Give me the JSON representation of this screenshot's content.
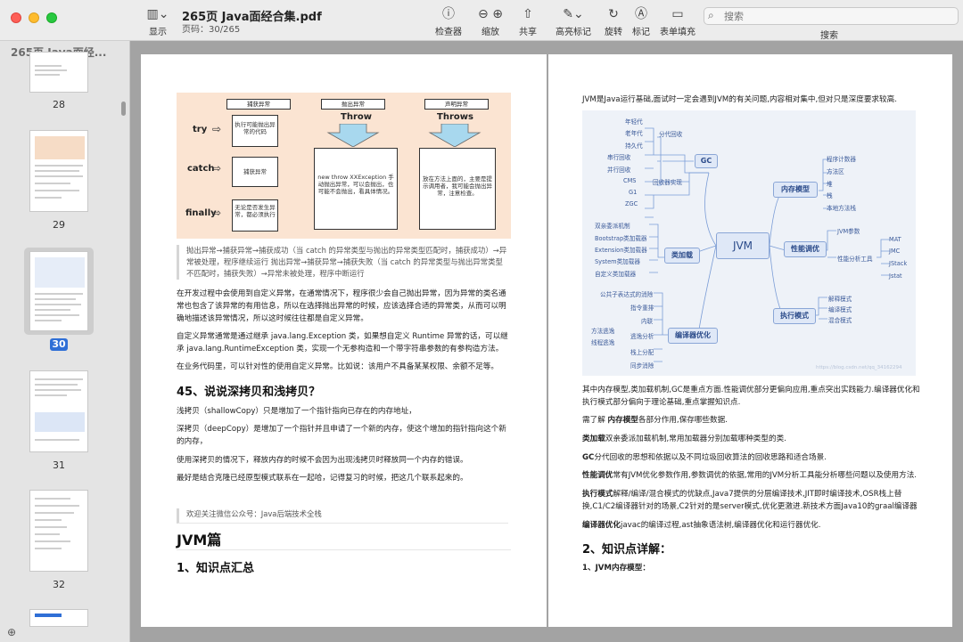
{
  "window": {
    "title": "265页 Java面经合集.pdf",
    "page_info": "页码：30/265"
  },
  "toolbar": {
    "display": "显示",
    "inspector": "检查器",
    "zoom": "缩放",
    "share": "共享",
    "highlight": "高亮标记",
    "rotate": "旋转",
    "markup": "标记",
    "form_fill": "表单填充",
    "search_placeholder": "搜索",
    "search_label": "搜索"
  },
  "sidebar": {
    "title": "265页 Java面经...",
    "pages": [
      "28",
      "29",
      "30",
      "31",
      "32"
    ]
  },
  "left_page": {
    "diagram": {
      "headers": [
        "捕获异常",
        "抛出异常",
        "声明异常"
      ],
      "keywords": [
        "try",
        "catch",
        "finally"
      ],
      "boxes": [
        "执行可能抛出异常的代码",
        "捕获异常",
        "无论是否发生异常，都必须执行"
      ],
      "throw": "Throw",
      "throws": "Throws",
      "throw_desc": "new throw XXException 手动抛出异常，可以会抛出，也可能不会抛出，看具体情况。",
      "throws_desc": "放在方法上面的，主要是提示调用者，我可能会抛出异常，注意检查。"
    },
    "quote": "抛出异常→捕获异常→捕获成功（当 catch 的异常类型与抛出的异常类型匹配时，捕获成功）→异常被处理，程序继续运行 抛出异常→捕获异常→捕获失败（当 catch 的异常类型与抛出异常类型不匹配时，捕获失败）→异常未被处理，程序中断运行",
    "para1": "在开发过程中会使用到自定义异常，在通常情况下，程序很少会自己抛出异常，因为异常的类名通常也包含了该异常的有用信息，所以在选择抛出异常的时候，应该选择合适的异常类，从而可以明确地描述该异常情况，所以这时候往往都是自定义异常。",
    "para2": "自定义异常通常是通过继承 java.lang.Exception 类，如果想自定义 Runtime 异常的话，可以继承 java.lang.RuntimeException 类，实现一个无参构造和一个带字符串参数的有参构造方法。",
    "para3": "在业务代码里，可以针对性的使用自定义异常。比如说：该用户不具备某某权限、余额不足等。",
    "h45": "45、说说深拷贝和浅拷贝？",
    "p_shallow": "浅拷贝（shallowCopy）只是增加了一个指针指向已存在的内存地址，",
    "p_deep": "深拷贝（deepCopy）是增加了一个指针并且申请了一个新的内存，使这个增加的指针指向这个新的内存，",
    "p_use": "使用深拷贝的情况下，释放内存的时候不会因为出现浅拷贝时释放同一个内存的错误。",
    "p_best": "最好是结合克隆已经原型模式联系在一起哈，记得复习的时候，把这几个联系起来的。",
    "follow": "欢迎关注微信公众号：Java后端技术全栈",
    "jvm_title": "JVM篇",
    "summary_title": "1、知识点汇总"
  },
  "right_page": {
    "intro": "JVM是Java运行基础,面试时一定会遇到JVM的有关问题,内容相对集中,但对只是深度要求较高.",
    "mind": {
      "center": "JVM",
      "gc": "GC",
      "memory_model": "内存模型",
      "class_loading": "类加载",
      "tuning": "性能调优",
      "exec_mode": "执行模式",
      "compiler": "编译器优化",
      "gc_generational": [
        "年轻代",
        "老年代",
        "持久代"
      ],
      "gc_label1": "分代回收",
      "gc_collectors": [
        "串行回收",
        "并行回收",
        "CMS",
        "G1",
        "ZGC"
      ],
      "gc_label2": "回收器实现",
      "mem_items": [
        "程序计数器",
        "方法区",
        "堆",
        "栈",
        "本地方法栈"
      ],
      "class_items": [
        "双亲委派机制",
        "Bootstrap类加载器",
        "Extension类加载器",
        "System类加载器",
        "自定义类加载器"
      ],
      "tune_params": "JVM参数",
      "tune_tools": "性能分析工具",
      "tool_items": [
        "MAT",
        "JMC",
        "JStack",
        "Jstat"
      ],
      "exec_items": [
        "解释模式",
        "编译模式",
        "混合模式"
      ],
      "comp_items": [
        "公共子表达式的消除",
        "指令重排",
        "内联",
        "逃逸分析",
        "方法逃逸",
        "线程逃逸",
        "栈上分配",
        "同步消除"
      ],
      "watermark": "https://blog.csdn.net/qq_34162294"
    },
    "p1": "其中内存模型,类加载机制,GC是重点方面.性能调优部分更偏向应用,重点突出实践能力.编译器优化和执行模式部分偏向于理论基础,重点掌握知识点.",
    "p2_b": "内存模型",
    "p2_pre": "需了解 ",
    "p2_post": "各部分作用,保存哪些数据.",
    "p3_b": "类加载",
    "p3": "双亲委派加载机制,常用加载器分别加载哪种类型的类.",
    "p4_b": "GC",
    "p4": "分代回收的思想和依据以及不同垃圾回收算法的回收思路和适合场景.",
    "p5_b": "性能调优",
    "p5": "常有JVM优化参数作用,参数调优的依据,常用的JVM分析工具能分析哪些问题以及使用方法.",
    "p6_b": "执行模式",
    "p6": "解释/编译/混合模式的优缺点,Java7提供的分层编译技术,JIT即时编译技术,OSR栈上替换,C1/C2编译器针对的场景,C2针对的是server模式,优化更激进.新技术方面Java10的graal编译器",
    "p7_b": "编译器优化",
    "p7": "javac的编译过程,ast抽象语法树,编译器优化和运行器优化.",
    "h_detail": "2、知识点详解：",
    "h_jvm_mem": "1、JVM内存模型："
  }
}
